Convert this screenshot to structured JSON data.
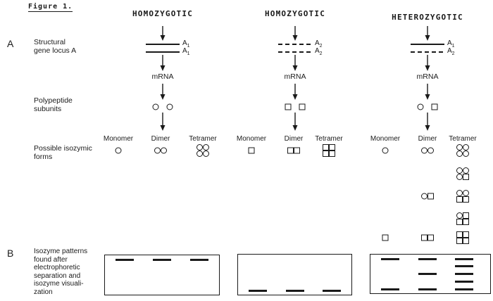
{
  "figure_label": "Figure 1.",
  "section_a_label": "A",
  "section_b_label": "B",
  "labels": {
    "gene_locus_line1": "Structural",
    "gene_locus_line2": "gene locus A",
    "polypeptide_line1": "Polypeptide",
    "polypeptide_line2": "subunits",
    "isozymic_line1": "Possible isozymic",
    "isozymic_line2": "forms",
    "patterns_lines": [
      "Isozyme patterns",
      "found after",
      "electrophoretic",
      "separation and",
      "isozyme visuali-",
      "zation"
    ]
  },
  "mrna_label": "mRNA",
  "form_headers": [
    "Monomer",
    "Dimer",
    "Tetramer"
  ],
  "colors": {
    "ink": "#1a1a1a",
    "paper": "#ffffff"
  },
  "columns": [
    {
      "title": "HOMOZYGOTIC",
      "alleles": [
        {
          "style": "solid",
          "base": "A",
          "sub": "1"
        },
        {
          "style": "solid",
          "base": "A",
          "sub": "1"
        }
      ],
      "subunits": [
        "circle",
        "circle"
      ],
      "form_rows": [
        {
          "monomer": [
            "circle"
          ],
          "dimer": [
            "circle",
            "circle"
          ],
          "tetramer": [
            "circle",
            "circle",
            "circle",
            "circle"
          ]
        }
      ],
      "gel": {
        "lanes": [
          {
            "bands": [
              0.12
            ]
          },
          {
            "bands": [
              0.12
            ]
          },
          {
            "bands": [
              0.12
            ]
          }
        ]
      }
    },
    {
      "title": "HOMOZYGOTIC",
      "alleles": [
        {
          "style": "dashed",
          "base": "A",
          "sub": "2"
        },
        {
          "style": "dashed",
          "base": "A",
          "sub": "2"
        }
      ],
      "subunits": [
        "square",
        "square"
      ],
      "form_rows": [
        {
          "monomer": [
            "square"
          ],
          "dimer": [
            "square",
            "square"
          ],
          "tetramer": [
            "square",
            "square",
            "square",
            "square"
          ]
        }
      ],
      "gel": {
        "lanes": [
          {
            "bands": [
              0.88
            ]
          },
          {
            "bands": [
              0.88
            ]
          },
          {
            "bands": [
              0.88
            ]
          }
        ]
      }
    },
    {
      "title": "HETEROZYGOTIC",
      "alleles": [
        {
          "style": "solid",
          "base": "A",
          "sub": "1"
        },
        {
          "style": "dashed",
          "base": "A",
          "sub": "2"
        }
      ],
      "subunits": [
        "circle",
        "square"
      ],
      "form_rows": [
        {
          "monomer": [
            "circle"
          ],
          "dimer": [
            "circle",
            "circle"
          ],
          "tetramer": [
            "circle",
            "circle",
            "circle",
            "circle"
          ]
        },
        {
          "tetramer": [
            "circle",
            "circle",
            "circle",
            "square"
          ]
        },
        {
          "dimer": [
            "circle",
            "square"
          ],
          "tetramer": [
            "circle",
            "circle",
            "square",
            "square"
          ]
        },
        {
          "tetramer": [
            "circle",
            "square",
            "square",
            "square"
          ]
        },
        {
          "monomer": [
            "square"
          ],
          "dimer": [
            "square",
            "square"
          ],
          "tetramer": [
            "square",
            "square",
            "square",
            "square"
          ]
        }
      ],
      "gel": {
        "lanes": [
          {
            "bands": [
              0.12,
              0.88
            ]
          },
          {
            "bands": [
              0.12,
              0.49,
              0.88
            ]
          },
          {
            "bands": [
              0.12,
              0.3,
              0.49,
              0.68,
              0.88
            ]
          }
        ]
      }
    }
  ]
}
